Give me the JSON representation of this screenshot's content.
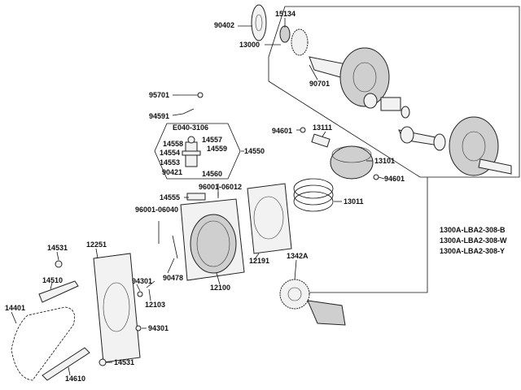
{
  "diagram": {
    "labels": {
      "p90402": "90402",
      "p15134": "15134",
      "p13000": "13000",
      "p90701": "90701",
      "p95701": "95701",
      "p94591": "94591",
      "pE040": "E040-3106",
      "p14558": "14558",
      "p14557": "14557",
      "p14554": "14554",
      "p14559": "14559",
      "p14550": "14550",
      "p14553": "14553",
      "p90421": "90421",
      "p14560": "14560",
      "p94601a": "94601",
      "p13111": "13111",
      "p13101": "13101",
      "p94601b": "94601",
      "p13011": "13011",
      "p14555": "14555",
      "p96001a": "96001-06012",
      "p96001b": "96001-06040",
      "p12191": "12191",
      "p14531a": "14531",
      "p12251": "12251",
      "p90478": "90478",
      "p12100": "12100",
      "p1342A": "1342A",
      "p14510": "14510",
      "p94301a": "94301",
      "p12103": "12103",
      "p14401": "14401",
      "p94301b": "94301",
      "p14531b": "14531",
      "p14610": "14610",
      "p1300B": "1300A-LBA2-308-B",
      "p1300W": "1300A-LBA2-308-W",
      "p1300Y": "1300A-LBA2-308-Y"
    }
  }
}
